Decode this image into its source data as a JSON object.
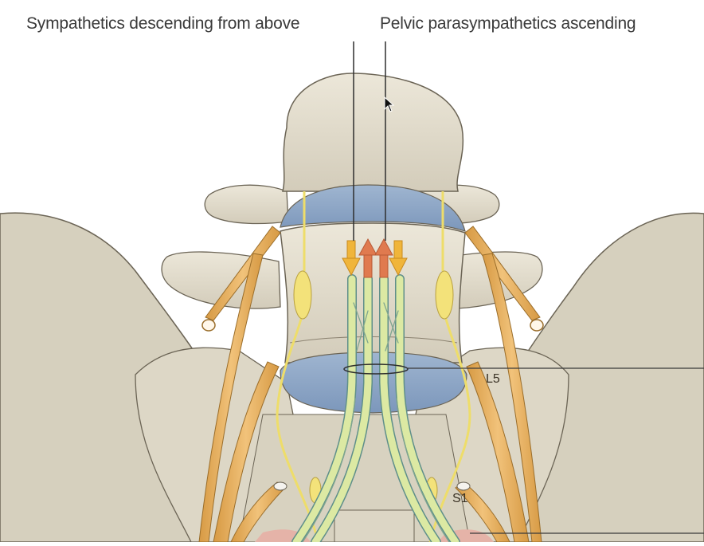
{
  "figure": {
    "labels": {
      "sympathetics": "Sympathetics descending from above",
      "parasympathetics": "Pelvic parasympathetics ascending",
      "l5": "L5",
      "s1": "S1"
    },
    "colors": {
      "background": "#ffffff",
      "bone": "#d9d3c2",
      "bone_light": "#ebe6d8",
      "bone_outline": "#6b6455",
      "disc": "#8ea7c6",
      "spinal_nerve": "#e3b060",
      "sympathetic_trunk": "#f1e27a",
      "hypogastric_nerve": "#d9e8a0",
      "hypogastric_outline": "#5f8f8a",
      "arrow_down": "#f0b53a",
      "arrow_up": "#e07a4f",
      "leader_line": "#2e2e2e",
      "text": "#3a3a3a"
    },
    "arrows": [
      {
        "direction": "down",
        "meaning": "sympathetic"
      },
      {
        "direction": "up",
        "meaning": "parasympathetic"
      },
      {
        "direction": "up",
        "meaning": "parasympathetic"
      },
      {
        "direction": "down",
        "meaning": "sympathetic"
      }
    ]
  }
}
